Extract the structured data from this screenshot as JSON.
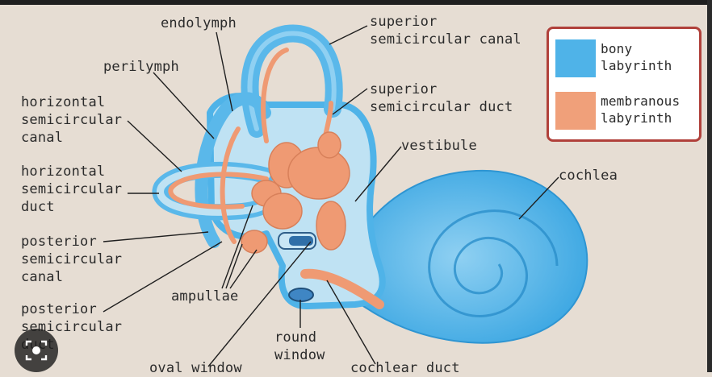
{
  "labels": {
    "endolymph": "endolymph",
    "perilymph": "perilymph",
    "horizontal_canal": "horizontal\nsemicircular\ncanal",
    "horizontal_duct": "horizontal\nsemicircular\nduct",
    "posterior_canal": "posterior\nsemicircular\ncanal",
    "posterior_duct": "posterior\nsemicircular\nduct",
    "superior_canal": "superior\nsemicircular canal",
    "superior_duct": "superior\nsemicircular duct",
    "vestibule": "vestibule",
    "cochlea": "cochlea",
    "ampullae": "ampullae",
    "round_window": "round\nwindow",
    "oval_window": "oval window",
    "cochlear_duct": "cochlear duct"
  },
  "legend": {
    "bony_label": "bony\nlabyrinth",
    "membranous_label": "membranous\nlabyrinth",
    "bony_color": "#4fb3e8",
    "membranous_color": "#f0a07a"
  },
  "colors": {
    "background": "#e6ddd3",
    "bony": "#5ab8ea",
    "bony_light": "#bfe2f3",
    "membranous": "#ef9a73",
    "legend_border": "#b0403a"
  },
  "icons": {
    "lens": "image-search-icon"
  }
}
